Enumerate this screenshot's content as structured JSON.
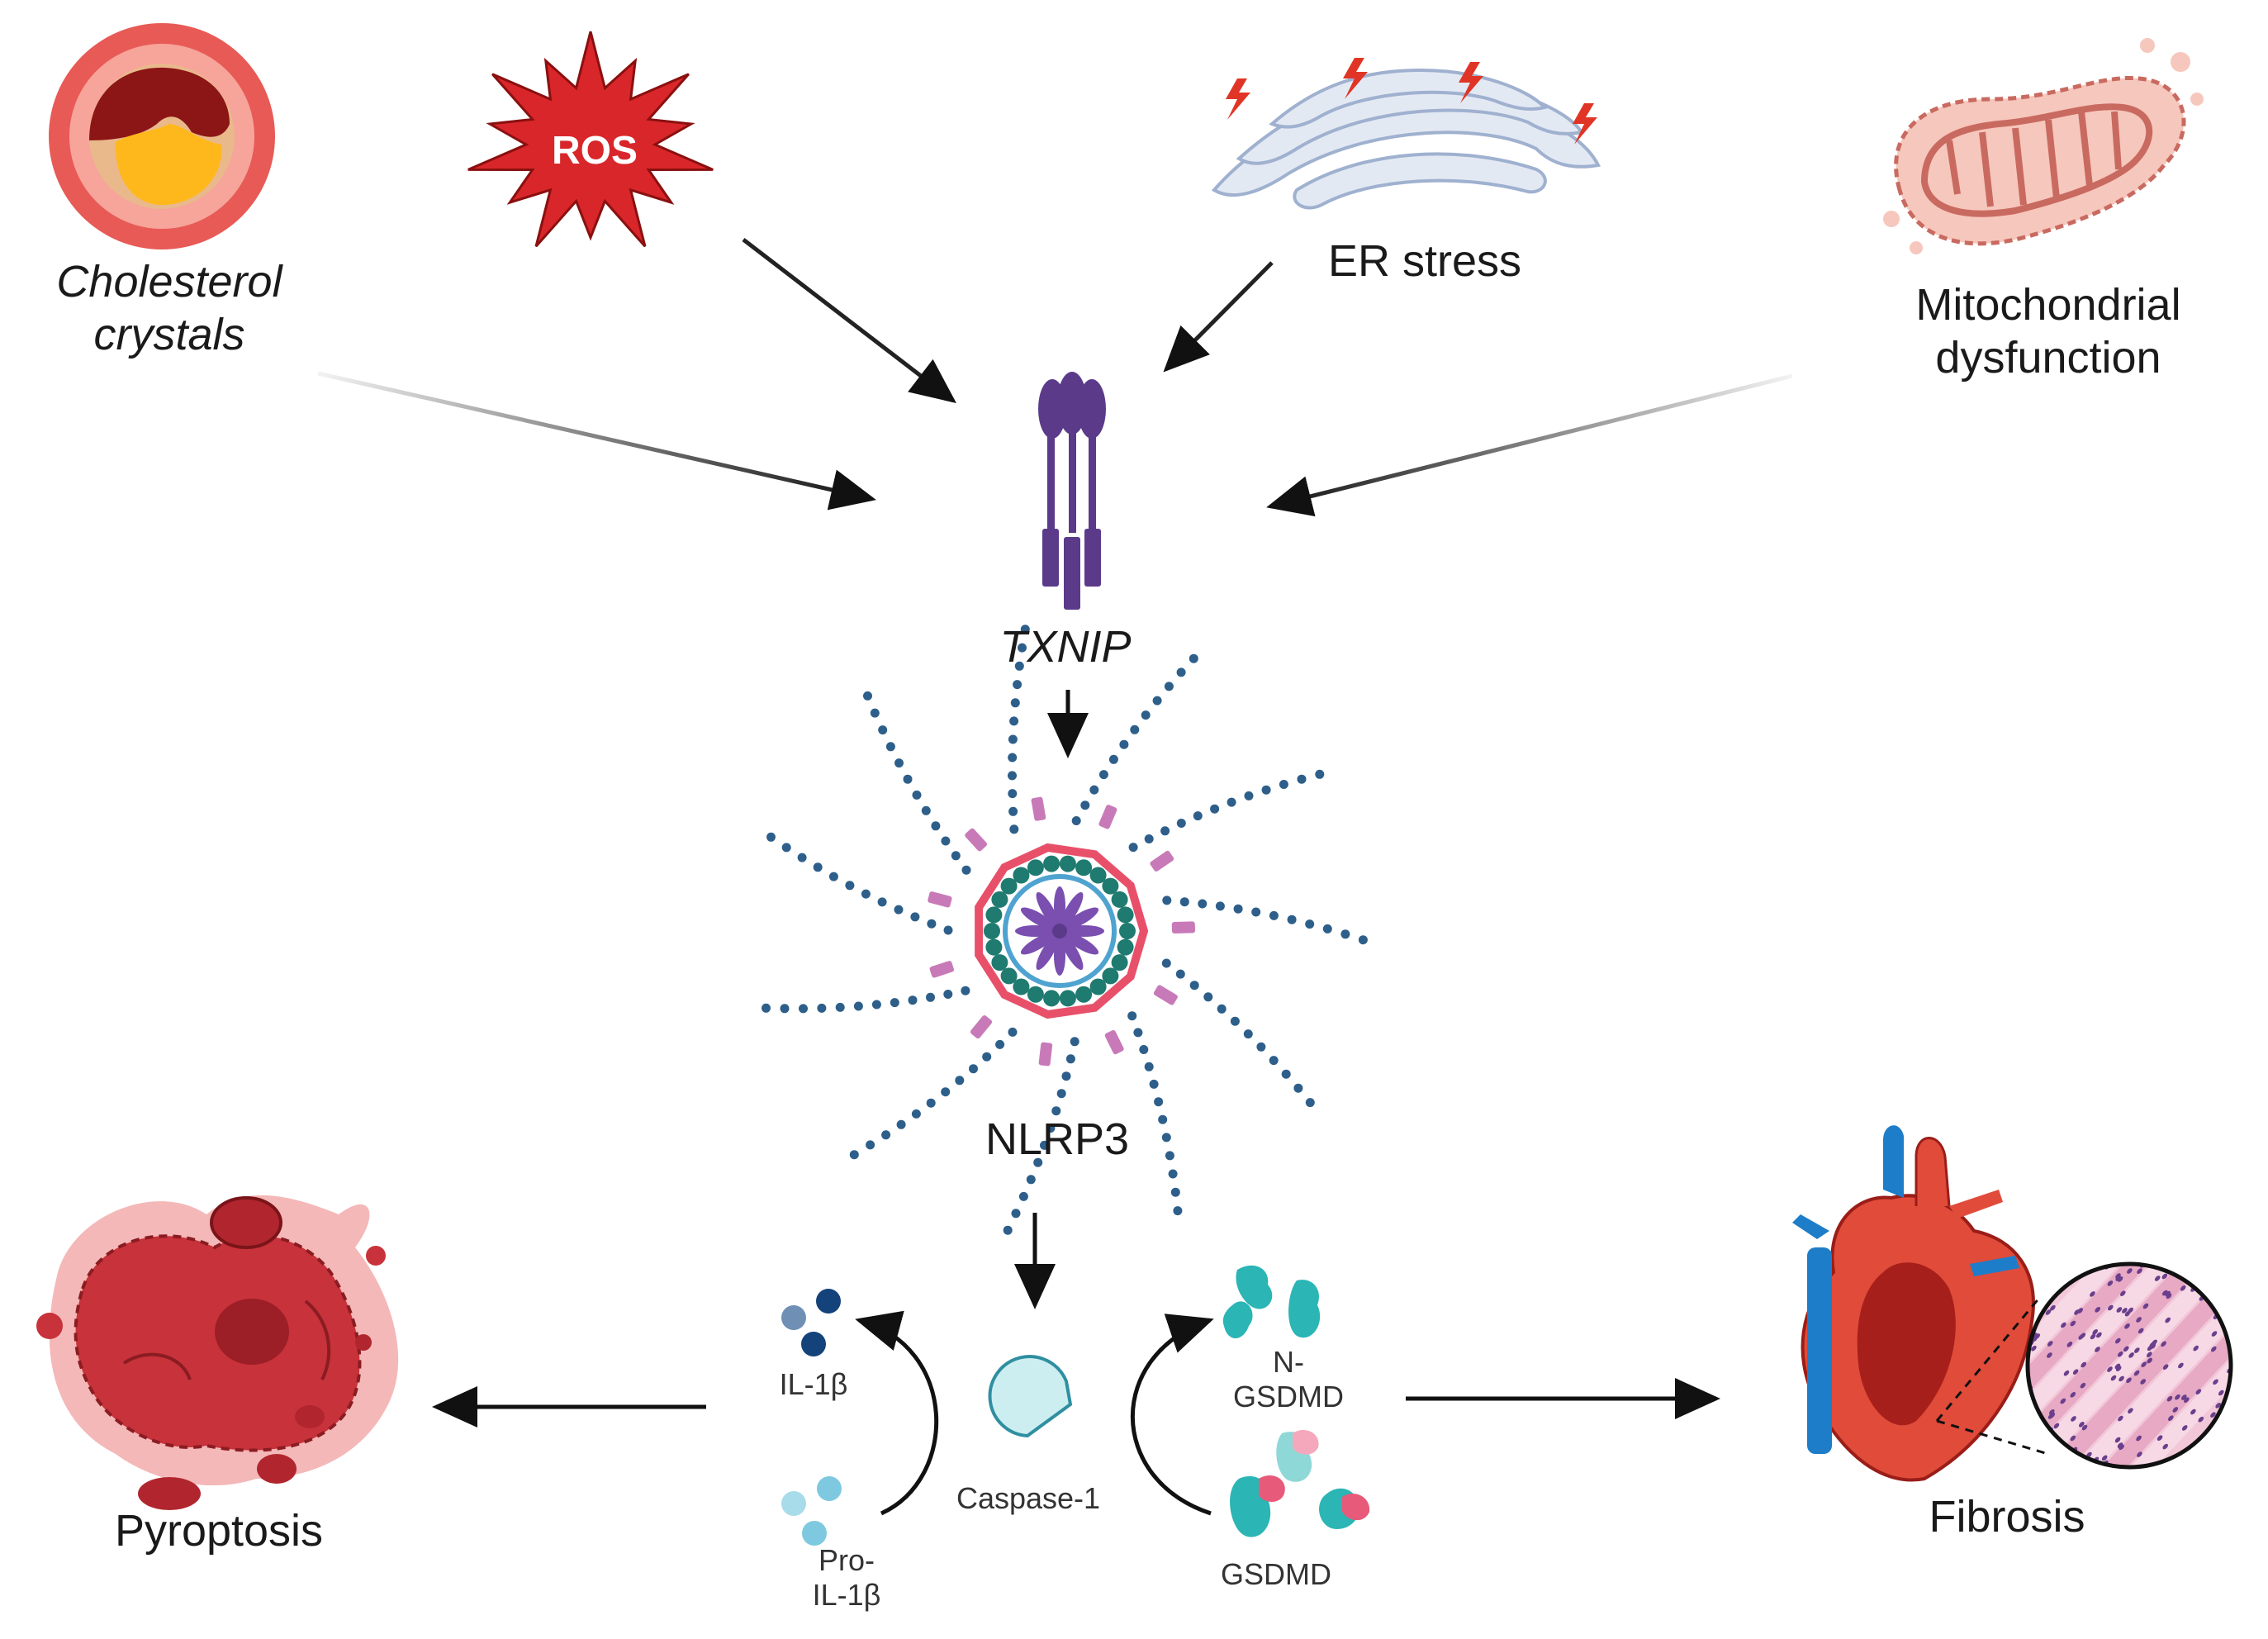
{
  "triggers": {
    "cholesterol": {
      "line1": "Cholesterol",
      "line2": "crystals"
    },
    "ros": {
      "badge": "ROS"
    },
    "er_stress": {
      "label": "ER stress"
    },
    "mitochondria": {
      "line1": "Mitochondrial",
      "line2": "dysfunction"
    }
  },
  "center": {
    "txnip": "TXNIP",
    "nlrp3": "NLRP3"
  },
  "cascade": {
    "il1b": "IL-1β",
    "pro_il1b_line1": "Pro-",
    "pro_il1b_line2": "IL-1β",
    "caspase": "Caspase-1",
    "n_gsdmd_line1": "N-",
    "n_gsdmd_line2": "GSDMD",
    "gsdmd": "GSDMD"
  },
  "outcomes": {
    "pyroptosis": "Pyroptosis",
    "fibrosis": "Fibrosis"
  },
  "colors": {
    "ros": "#d9262a",
    "txnip": "#5b3a8a",
    "nlrp3_ring": "#e8506a",
    "nlrp3_teal": "#1f7a70",
    "nlrp3_blue": "#2d5f8a",
    "cell": "#c8323a",
    "caspase": "#2f8fa0",
    "gsdmd_teal": "#2bb5b5",
    "gsdmd_pink": "#e85a7a"
  }
}
